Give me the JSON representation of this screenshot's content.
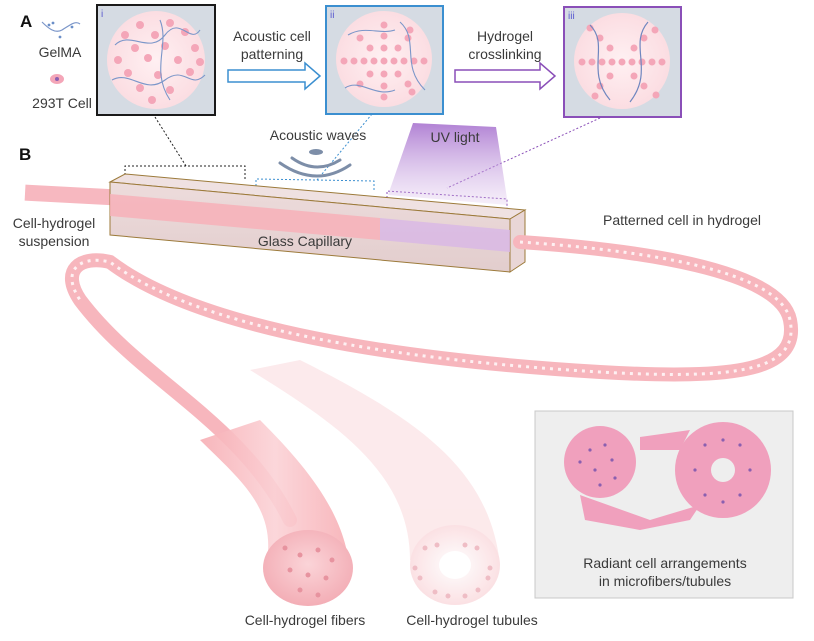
{
  "panel_a": {
    "letter": "A",
    "legend": {
      "gelma_label": "GelMA",
      "cell_label": "293T Cell"
    },
    "steps": [
      {
        "id": "i",
        "label": "i",
        "state": "random cells in GelMA",
        "border_color": "#1a1a1a"
      },
      {
        "id": "ii",
        "label": "ii",
        "state": "acoustically patterned cells",
        "border_color": "#3b8fd0"
      },
      {
        "id": "iii",
        "label": "iii",
        "state": "crosslinked patterned hydrogel",
        "border_color": "#8a4fb8"
      }
    ],
    "arrows": [
      {
        "label_line1": "Acoustic cell",
        "label_line2": "patterning",
        "color": "#3b8fd0"
      },
      {
        "label_line1": "Hydrogel",
        "label_line2": "crosslinking",
        "color": "#8a4fb8"
      }
    ]
  },
  "panel_b": {
    "letter": "B",
    "labels": {
      "acoustic_waves": "Acoustic waves",
      "uv_light": "UV light",
      "inlet_line1": "Cell-hydrogel",
      "inlet_line2": "suspension",
      "capillary": "Glass Capillary",
      "outlet": "Patterned cell in hydrogel",
      "fibers": "Cell-hydrogel fibers",
      "tubules": "Cell-hydrogel tubules",
      "inset_line1": "Radiant cell arrangements",
      "inset_line2": "in microfibers/tubules"
    }
  },
  "colors": {
    "cell_pink": "#f2a6b8",
    "cell_nucleus": "#8b5fb0",
    "hydrogel_pink": "#f9c6cc",
    "gelma_blue": "#6b8fc8",
    "capillary_fill": "#e6d3d3",
    "capillary_edge": "#9c7a3a",
    "uv_purple": "#b98ad6",
    "inset_bg": "#eeeeee",
    "inset_tissue": "#f0a0bd"
  }
}
